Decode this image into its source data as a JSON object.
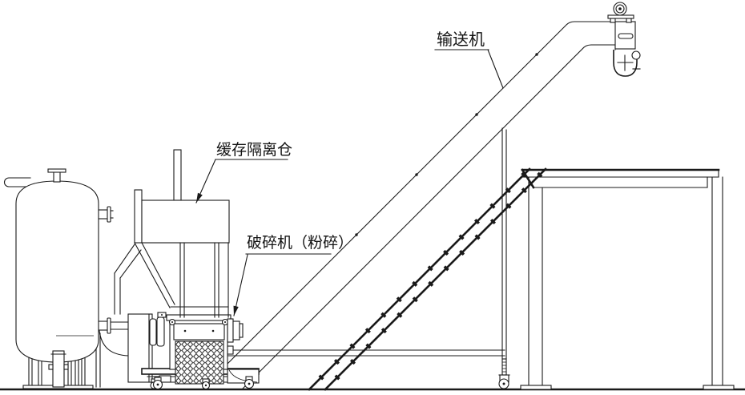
{
  "diagram": {
    "type": "equipment-layout-line-drawing",
    "labels": {
      "conveyor": "输送机",
      "buffer_bin": "缓存隔离仓",
      "crusher": "破碎机（粉碎）"
    },
    "components": [
      "storage-tank",
      "blower-unit",
      "crusher-machine",
      "buffer-hopper",
      "inclined-conveyor",
      "conveyor-drive-motor",
      "discharge-cup",
      "conveyor-support-leg",
      "work-table",
      "ground-line"
    ],
    "colors": {
      "line": "#1a1a1a",
      "background": "#ffffff"
    }
  }
}
